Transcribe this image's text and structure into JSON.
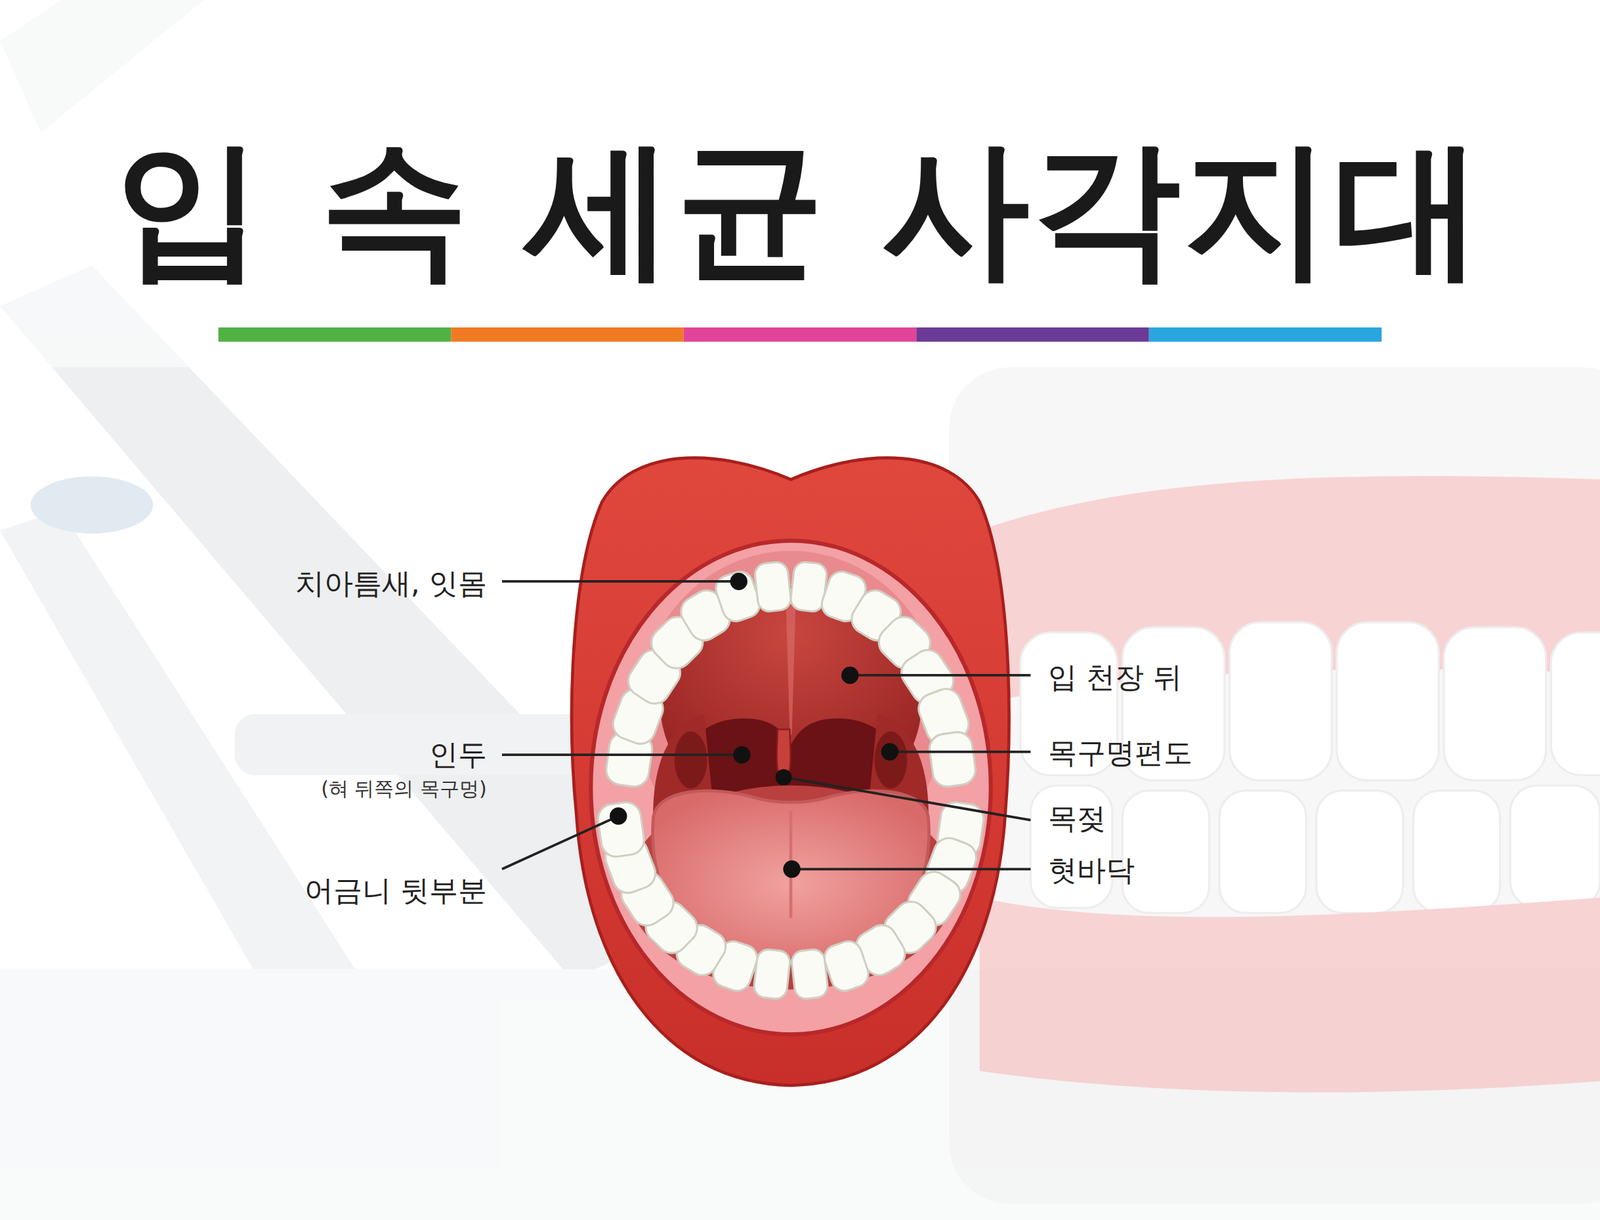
{
  "diagram": {
    "title": "입 속 세균 사각지대",
    "labels": [
      "치아틈새, 잇몸",
      "입 천장 뒤",
      "인두",
      "(혀 뒤쪽의 목구멍)",
      "목구명편도",
      "목젖",
      "어금니 뒷부분",
      "혓바닥"
    ]
  }
}
